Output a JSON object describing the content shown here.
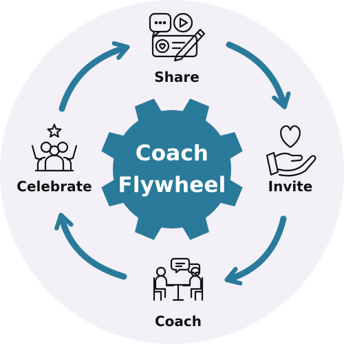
{
  "colors": {
    "background_circle": "#F3F0F7",
    "gear": "#2A7A9B",
    "arrows": "#2A7A9B",
    "icon_stroke": "#111111",
    "gear_text": "#FFFFFF"
  },
  "center": {
    "line1": "Coach",
    "line2": "Flywheel"
  },
  "steps": [
    {
      "label": "Share",
      "icon": "chat-and-pen-icon"
    },
    {
      "label": "Invite",
      "icon": "heart-in-hand-icon"
    },
    {
      "label": "Coach",
      "icon": "coaching-conversation-icon"
    },
    {
      "label": "Celebrate",
      "icon": "team-star-icon"
    }
  ]
}
